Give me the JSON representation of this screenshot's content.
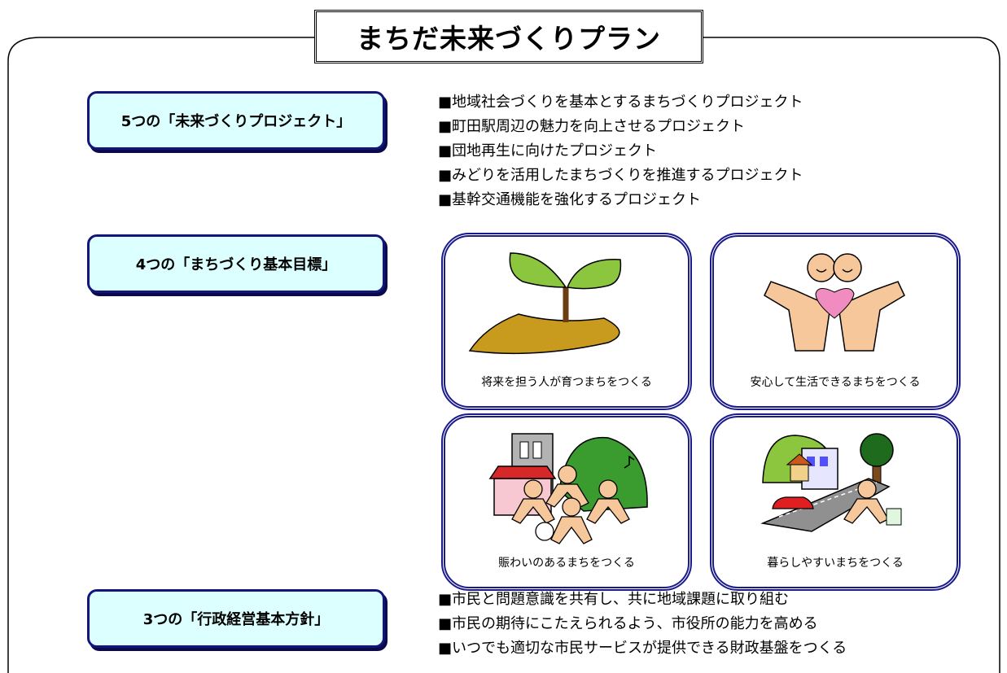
{
  "title": "まちだ未来づくりプラン",
  "sections": {
    "projects": {
      "label": "5つの「未来づくりプロジェクト」",
      "items": [
        "■地域社会づくりを基本とするまちづくりプロジェクト",
        "■町田駅周辺の魅力を向上させるプロジェクト",
        "■団地再生に向けたプロジェクト",
        "■みどりを活用したまちづくりを推進するプロジェクト",
        "■基幹交通機能を強化するプロジェクト"
      ]
    },
    "goals": {
      "label": "4つの「まちづくり基本目標」",
      "cards": [
        {
          "caption": "将来を担う人が育つまちをつくる",
          "icon": "sprout-icon"
        },
        {
          "caption": "安心して生活できるまちをつくる",
          "icon": "hugging-people-heart-icon"
        },
        {
          "caption": "賑わいのあるまちをつくる",
          "icon": "lively-town-people-icon"
        },
        {
          "caption": "暮らしやすいまちをつくる",
          "icon": "town-road-car-icon"
        }
      ]
    },
    "policies": {
      "label": "3つの「行政経営基本方針」",
      "items": [
        "■市民と問題意識を共有し、共に地域課題に取り組む",
        "■市民の期待にこたえられるよう、市役所の能力を高める",
        "■いつでも適切な市民サービスが提供できる財政基盤をつくる"
      ]
    }
  }
}
